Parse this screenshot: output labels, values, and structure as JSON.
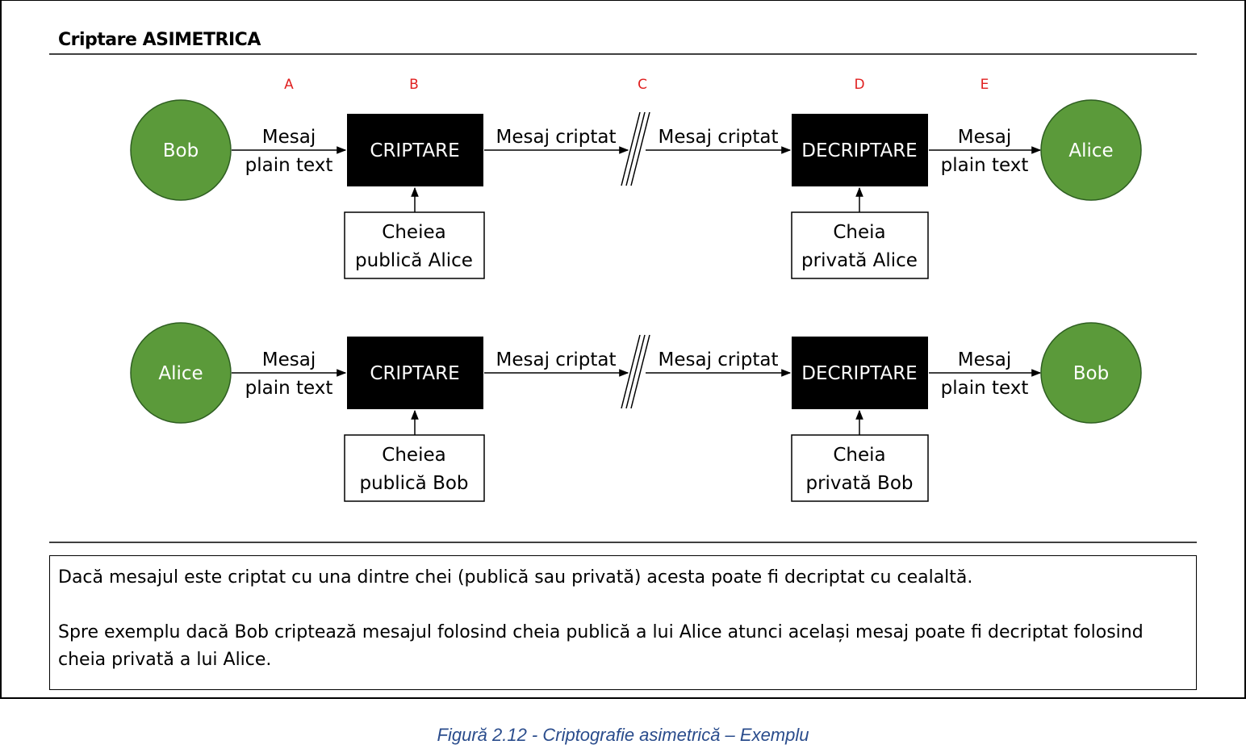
{
  "title": "Criptare ASIMETRICA",
  "column_labels": [
    "A",
    "B",
    "C",
    "D",
    "E"
  ],
  "colors": {
    "node_fill": "#5b9a3a",
    "node_stroke": "#2f5f22",
    "process_fill": "#000000",
    "column_label": "#e02020",
    "caption": "#2a4c8c"
  },
  "rows": [
    {
      "sender": "Bob",
      "receiver": "Alice",
      "plain_in": [
        "Mesaj",
        "plain text"
      ],
      "encrypt": "CRIPTARE",
      "cipher_out": "Mesaj criptat",
      "cipher_in": "Mesaj criptat",
      "decrypt": "DECRIPTARE",
      "plain_out": [
        "Mesaj",
        "plain text"
      ],
      "enc_key": [
        "Cheiea",
        "publică Alice"
      ],
      "dec_key": [
        "Cheia",
        "privată Alice"
      ]
    },
    {
      "sender": "Alice",
      "receiver": "Bob",
      "plain_in": [
        "Mesaj",
        "plain text"
      ],
      "encrypt": "CRIPTARE",
      "cipher_out": "Mesaj criptat",
      "cipher_in": "Mesaj criptat",
      "decrypt": "DECRIPTARE",
      "plain_out": [
        "Mesaj",
        "plain text"
      ],
      "enc_key": [
        "Cheiea",
        "publică Bob"
      ],
      "dec_key": [
        "Cheia",
        "privată Bob"
      ]
    }
  ],
  "note": {
    "p1": "Dacă mesajul este criptat cu una dintre chei (publică sau privată) acesta poate fi decriptat cu cealaltă.",
    "p2": "Spre exemplu dacă Bob criptează mesajul folosind cheia publică a lui Alice atunci același mesaj poate fi decriptat folosind cheia privată a lui Alice."
  },
  "caption": "Figură 2.12 - Criptografie asimetrică – Exemplu"
}
